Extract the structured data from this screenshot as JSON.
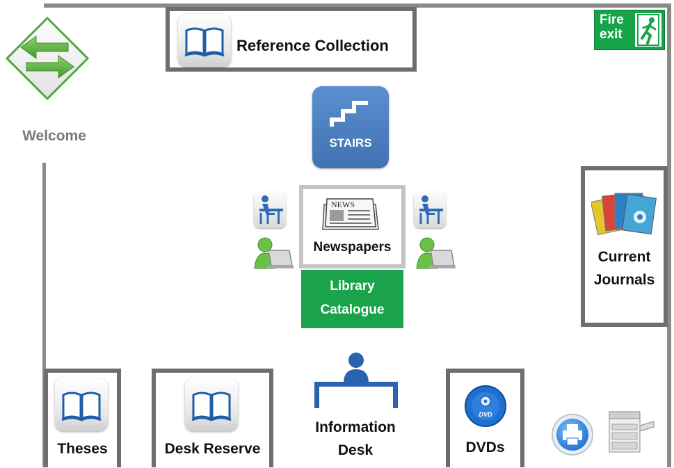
{
  "welcome": {
    "label": "Welcome",
    "icon": "welcome-arrows-icon",
    "color": "#4fa83d"
  },
  "fire_exit": {
    "line1": "Fire",
    "line2": "exit",
    "color": "#17a34a"
  },
  "stairs": {
    "label": "STAIRS",
    "color": "#4a7ebb"
  },
  "reference": {
    "label": "Reference Collection"
  },
  "newspapers": {
    "label": "Newspapers",
    "icon_text": "NEWS"
  },
  "catalogue": {
    "line1": "Library",
    "line2": "Catalogue",
    "color": "#1aa34a"
  },
  "journals": {
    "line1": "Current",
    "line2": "Journals"
  },
  "theses": {
    "label": "Theses"
  },
  "desk_reserve": {
    "label": "Desk Reserve"
  },
  "info_desk": {
    "line1": "Information",
    "line2": "Desk",
    "color": "#2a62b0"
  },
  "dvds": {
    "label": "DVDs",
    "disc_text": "DVD",
    "color": "#1f6fd1"
  },
  "icons": [
    "book-icon",
    "desk-user-icon",
    "laptop-user-icon",
    "printer-icon",
    "copier-icon",
    "magazines-icon"
  ]
}
